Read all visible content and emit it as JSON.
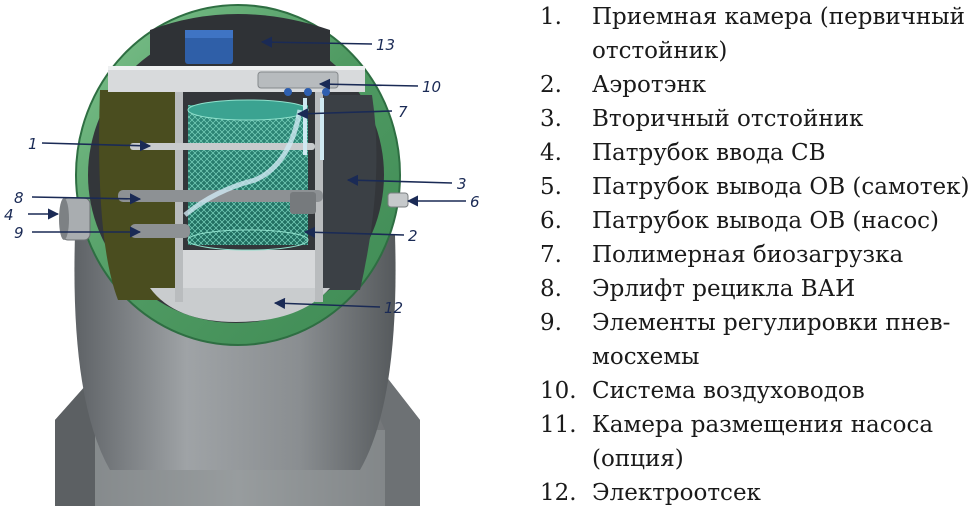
{
  "callouts": [
    {
      "id": "1",
      "label": "1"
    },
    {
      "id": "2",
      "label": "2"
    },
    {
      "id": "3",
      "label": "3"
    },
    {
      "id": "4",
      "label": "4"
    },
    {
      "id": "6",
      "label": "6"
    },
    {
      "id": "7",
      "label": "7"
    },
    {
      "id": "8",
      "label": "8"
    },
    {
      "id": "9",
      "label": "9"
    },
    {
      "id": "10",
      "label": "10"
    },
    {
      "id": "12",
      "label": "12"
    },
    {
      "id": "13",
      "label": "13"
    }
  ],
  "legend": [
    {
      "num": "1.",
      "text": "Приемная камера (первичный отстойник)"
    },
    {
      "num": "2.",
      "text": "Аэротэнк"
    },
    {
      "num": "3.",
      "text": "Вторичный отстойник"
    },
    {
      "num": "4.",
      "text": "Патрубок ввода СВ"
    },
    {
      "num": "5.",
      "text": "Патрубок вывода ОВ (самотек)"
    },
    {
      "num": "6.",
      "text": "Патрубок вывода ОВ (насос)"
    },
    {
      "num": "7.",
      "text": "Полимерная биозагрузка"
    },
    {
      "num": "8.",
      "text": "Эрлифт рецикла ВАИ"
    },
    {
      "num": "9.",
      "text": "Элементы регулировки пнев-мосхемы"
    },
    {
      "num": "10.",
      "text": "Система воздуховодов"
    },
    {
      "num": "11.",
      "text": "Камера размещения насоса (опция)"
    },
    {
      "num": "12.",
      "text": "Электроотсек"
    }
  ]
}
